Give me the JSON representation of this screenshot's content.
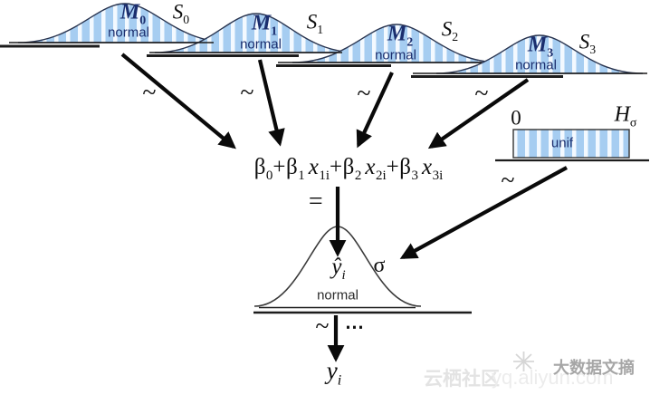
{
  "priors": [
    {
      "m": "M",
      "m_sub": "0",
      "dist": "normal",
      "s": "S",
      "s_sub": "0",
      "tilde": "~"
    },
    {
      "m": "M",
      "m_sub": "1",
      "dist": "normal",
      "s": "S",
      "s_sub": "1",
      "tilde": "~"
    },
    {
      "m": "M",
      "m_sub": "2",
      "dist": "normal",
      "s": "S",
      "s_sub": "2",
      "tilde": "~"
    },
    {
      "m": "M",
      "m_sub": "3",
      "dist": "normal",
      "s": "S",
      "s_sub": "3",
      "tilde": "~"
    }
  ],
  "uniform": {
    "min": "0",
    "max": "H",
    "max_sub": "σ",
    "dist": "unif",
    "tilde": "~"
  },
  "equation": {
    "tokens": [
      {
        "t": "β",
        "sub": "0"
      },
      {
        "t": "+"
      },
      {
        "t": "β",
        "sub": "1"
      },
      {
        "t": "x",
        "sub": "1i",
        "it": true,
        "gap": true
      },
      {
        "t": "+"
      },
      {
        "t": "β",
        "sub": "2"
      },
      {
        "t": "x",
        "sub": "2i",
        "it": true,
        "gap": true
      },
      {
        "t": "+"
      },
      {
        "t": "β",
        "sub": "3"
      },
      {
        "t": "x",
        "sub": "3i",
        "it": true,
        "gap": true
      }
    ],
    "equals": "="
  },
  "likelihood": {
    "mean": "ŷ",
    "mean_sub": "i",
    "sigma": "σ",
    "dist": "normal",
    "tilde": "~",
    "ellipsis": "⋯"
  },
  "response": {
    "v": "y",
    "v_sub": "i"
  },
  "watermarks": {
    "site": "云栖社区",
    "url": "yq.aliyun.com",
    "brand": "大数据文摘"
  },
  "colors": {
    "curve_fill": "#a6cdf1",
    "stripe": "#ffffff",
    "label_navy": "#1b2e6e",
    "ink": "#0d0d0d"
  }
}
